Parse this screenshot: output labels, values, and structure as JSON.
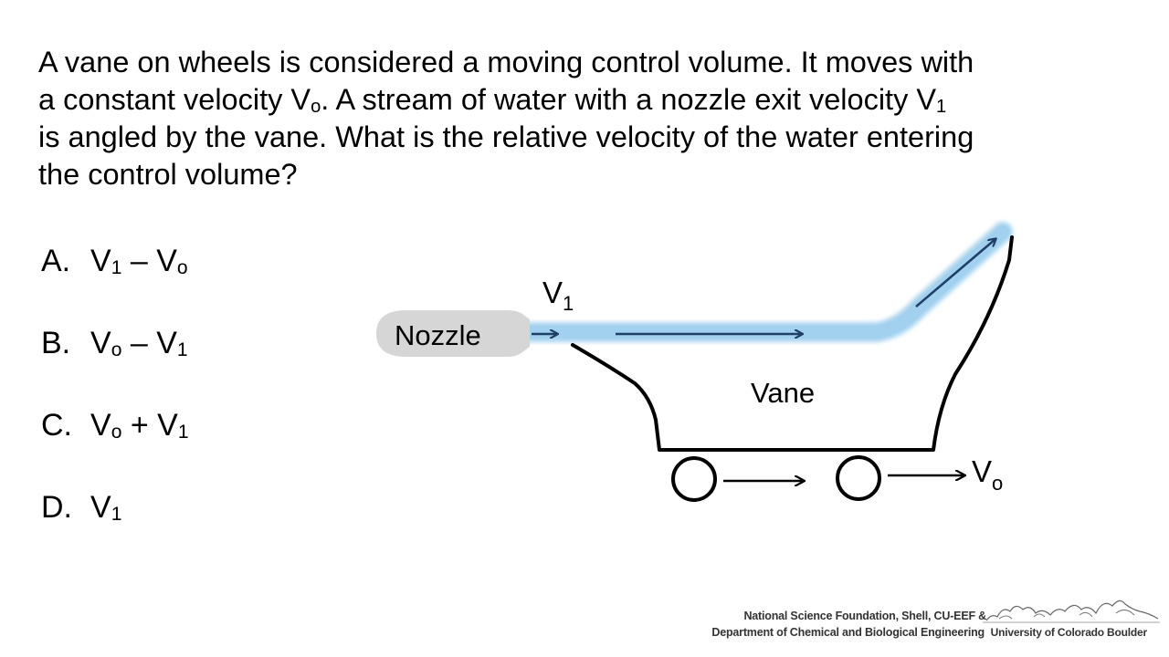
{
  "question": {
    "line1": "A vane on wheels is considered a moving control volume. It moves with",
    "line2_a": "a constant velocity V",
    "line2_b_sub": "o",
    "line2_c": ". A stream of water with a nozzle exit velocity V",
    "line2_d_sub": "1",
    "line3": "is angled by the vane. What is the relative velocity of the water entering",
    "line4": "the control volume?"
  },
  "choices": [
    {
      "letter": "A.",
      "p1": "V",
      "s1": "1",
      "op": " – V",
      "s2": "o"
    },
    {
      "letter": "B.",
      "p1": "V",
      "s1": "o",
      "op": " – V",
      "s2": "1"
    },
    {
      "letter": "C.",
      "p1": "V",
      "s1": "o",
      "op": " + V",
      "s2": "1"
    },
    {
      "letter": "D.",
      "p1": "V",
      "s1": "1",
      "op": "",
      "s2": ""
    }
  ],
  "diagram": {
    "nozzle_label": "Nozzle",
    "v1_label": "V",
    "v1_sub": "1",
    "vane_label": "Vane",
    "vo_label": "V",
    "vo_sub": "o",
    "water_color": "#a9d4f0",
    "arrow_color": "#1f3f66",
    "nozzle_color": "#d6d6d6"
  },
  "footer": {
    "credit_line1": "National Science Foundation, Shell, CU-EEF &",
    "credit_line2": "Department of Chemical and Biological Engineering",
    "university": "University of Colorado Boulder"
  }
}
